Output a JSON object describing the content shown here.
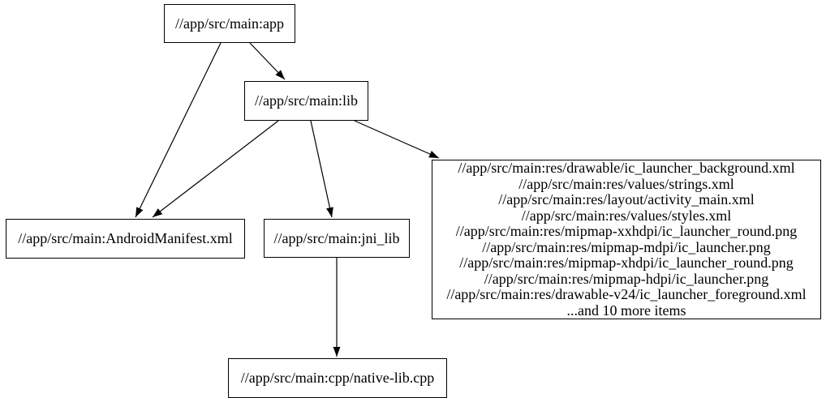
{
  "diagram": {
    "type": "dependency-graph",
    "background_color": "#ffffff",
    "node_border_color": "#000000",
    "text_color": "#000000",
    "nodes": {
      "app": {
        "label": "//app/src/main:app"
      },
      "lib": {
        "label": "//app/src/main:lib"
      },
      "manifest": {
        "label": "//app/src/main:AndroidManifest.xml"
      },
      "jni_lib": {
        "label": "//app/src/main:jni_lib"
      },
      "res_group": {
        "lines": [
          "//app/src/main:res/drawable/ic_launcher_background.xml",
          "//app/src/main:res/values/strings.xml",
          "//app/src/main:res/layout/activity_main.xml",
          "//app/src/main:res/values/styles.xml",
          "//app/src/main:res/mipmap-xxhdpi/ic_launcher_round.png",
          "//app/src/main:res/mipmap-mdpi/ic_launcher.png",
          "//app/src/main:res/mipmap-xhdpi/ic_launcher_round.png",
          "//app/src/main:res/mipmap-hdpi/ic_launcher.png",
          "//app/src/main:res/drawable-v24/ic_launcher_foreground.xml",
          "...and 10 more items"
        ]
      },
      "native_lib": {
        "label": "//app/src/main:cpp/native-lib.cpp"
      }
    },
    "edges": [
      {
        "from": "app",
        "to": "lib"
      },
      {
        "from": "app",
        "to": "manifest"
      },
      {
        "from": "lib",
        "to": "manifest"
      },
      {
        "from": "lib",
        "to": "jni_lib"
      },
      {
        "from": "lib",
        "to": "res_group"
      },
      {
        "from": "jni_lib",
        "to": "native_lib"
      }
    ]
  }
}
